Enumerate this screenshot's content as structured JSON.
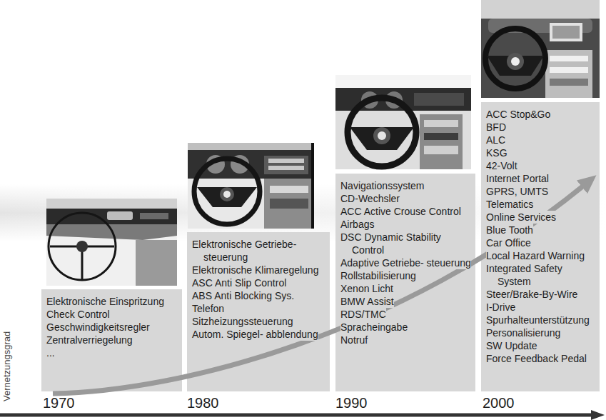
{
  "diagram": {
    "nodes": [
      {
        "text": [
          "Elektronische Einspritzung",
          "Check Control",
          "Geschwindigkeitsregler",
          "Zentralverriegelung",
          "..."
        ]
      },
      {
        "text": [
          "Elektronische Getriebe- steuerung",
          "Elektronische Klimaregelung",
          "ASC Anti Slip Control",
          "ABS Anti Blocking Sys.",
          "Telefon",
          "Sitzheizungssteuerung",
          "Autom. Spiegel- abblendung"
        ]
      },
      {
        "text": [
          "Navigationssystem",
          "CD-Wechsler",
          "ACC Active Crouse Control",
          "Airbags",
          "DSC Dynamic Stability Control",
          "Adaptive Getriebe- steuerung",
          "Rollstabilisierung",
          "Xenon Licht",
          "BMW Assist",
          "RDS/TMC",
          "Spracheingabe",
          "Notruf"
        ]
      },
      {
        "text": [
          "ACC Stop&Go",
          "BFD",
          "ALC",
          "KSG",
          "42-Volt",
          "Internet Portal",
          "GPRS, UMTS",
          "Telematics",
          "Online Services",
          "Blue Tooth",
          "Car Office",
          "Local Hazard Warning",
          "Integrated Safety System",
          "Steer/Brake-By-Wire",
          "I-Drive",
          "Spurhalteunterstützung",
          "Personalisierung",
          "SW Update",
          "Force Feedback Pedal"
        ]
      }
    ],
    "edges": [],
    "labels": [
      "Vernetzungsgrad",
      "1970",
      "1980",
      "1990",
      "2000"
    ]
  }
}
